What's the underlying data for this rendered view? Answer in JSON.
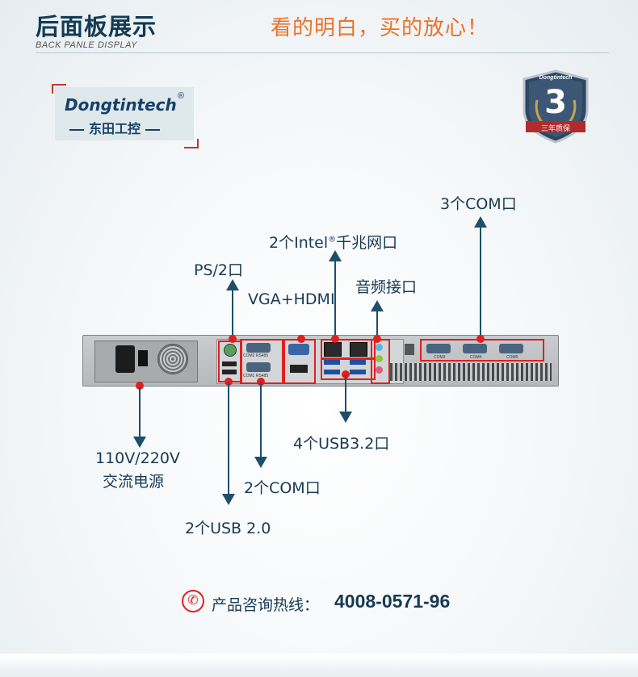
{
  "header": {
    "title": "后面板展示",
    "subtitle": "BACK PANLE DISPLAY",
    "slogan": "看的明白，买的放心！"
  },
  "logo": {
    "brand": "Dongtintech",
    "registered": "®",
    "chinese_name": "东田工控"
  },
  "warranty_badge": {
    "brand": "Dongtintech",
    "number": "3",
    "ribbon_text": "三年质保"
  },
  "ports": {
    "com3": "3个COM口",
    "lan_prefix": "2个Intel",
    "lan_sup": "®",
    "lan_suffix": "千兆网口",
    "ps2": "PS/2口",
    "vga_hdmi": "VGA+HDMI",
    "audio": "音频接口",
    "usb32": "4个USB3.2口",
    "power_line1": "110V/220V",
    "power_line2": "交流电源",
    "com2": "2个COM口",
    "usb20": "2个USB 2.0"
  },
  "server_labels": {
    "com2_rs485": "COM2 RS485",
    "com1_rs485": "COM1 RS485",
    "com_a": "COM3",
    "com_b": "COM4",
    "com_c": "COM5"
  },
  "contact": {
    "label": "产品咨询热线：",
    "phone": "4008-0571-96"
  },
  "colors": {
    "title": "#143a56",
    "slogan": "#e8742a",
    "marker": "#e02020",
    "arrow": "#1e4f6a"
  }
}
